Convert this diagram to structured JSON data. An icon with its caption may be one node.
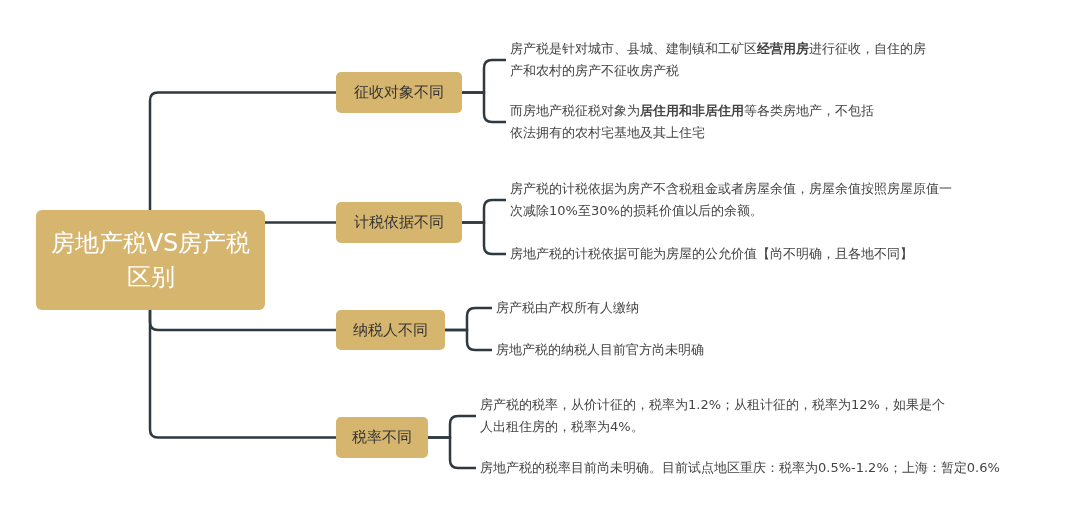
{
  "diagram": {
    "nodes": [
      {
        "text": [
          "房地产税VS房产税区别"
        ]
      },
      {
        "text": [
          "征收对象不同"
        ]
      },
      {
        "text": [
          "计税依据不同"
        ]
      },
      {
        "text": [
          "纳税人不同"
        ]
      },
      {
        "text": [
          "税率不同"
        ]
      },
      {
        "text": [
          "房产税是针对城市、县城、建制镇和工矿区**经营用房**进行征收，自住的房产和农村的房产不征收房产税"
        ]
      },
      {
        "text": [
          "而房地产税征税对象为**居住用和非居住用**等各类房地产，不包括依法拥有的农村宅基地及其上住宅"
        ]
      },
      {
        "text": [
          "房产税的计税依据为房产不含税租金或者房屋余值，房屋余值按照房屋原值一次减除10%至30%的损耗价值以后的余额。"
        ]
      },
      {
        "text": [
          "房地产税的计税依据可能为房屋的公允价值【尚不明确，且各地不同】"
        ]
      },
      {
        "text": [
          "房产税由产权所有人缴纳"
        ]
      },
      {
        "text": [
          "房地产税的纳税人目前官方尚未明确"
        ]
      },
      {
        "text": [
          "房产税的税率，从价计征的，税率为1.2%；从租计征的，税率为12%，如果是个人出租住房的，税率为4%。"
        ]
      },
      {
        "text": [
          "房地产税的税率目前尚未明确。目前试点地区重庆：税率为0.5%-1.2%；上海：暂定0.6%"
        ]
      }
    ],
    "edges": [
      {
        "from": 0,
        "to": 1,
        "arrow": "none"
      },
      {
        "from": 0,
        "to": 2,
        "arrow": "none"
      },
      {
        "from": 0,
        "to": 3,
        "arrow": "none"
      },
      {
        "from": 0,
        "to": 4,
        "arrow": "none"
      },
      {
        "from": 1,
        "to": 5,
        "arrow": "none"
      },
      {
        "from": 1,
        "to": 6,
        "arrow": "none"
      },
      {
        "from": 2,
        "to": 7,
        "arrow": "none"
      },
      {
        "from": 2,
        "to": 8,
        "arrow": "none"
      },
      {
        "from": 3,
        "to": 9,
        "arrow": "none"
      },
      {
        "from": 3,
        "to": 10,
        "arrow": "none"
      },
      {
        "from": 4,
        "to": 11,
        "arrow": "none"
      },
      {
        "from": 4,
        "to": 12,
        "arrow": "none"
      }
    ]
  }
}
